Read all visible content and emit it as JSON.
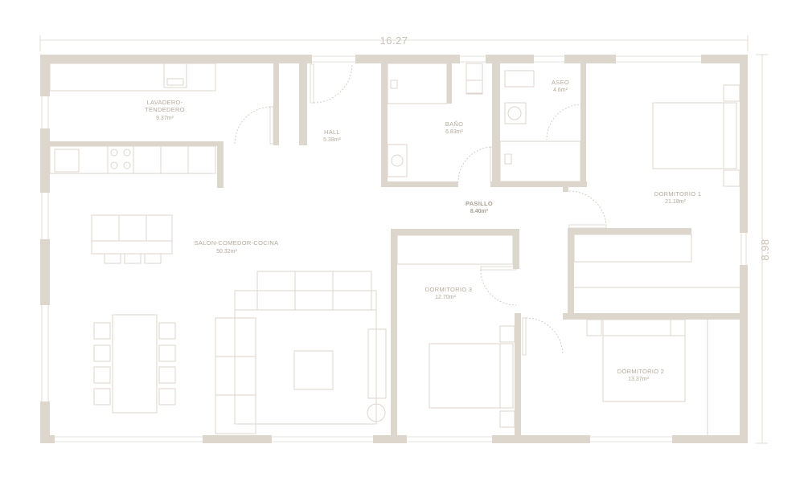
{
  "dimensions": {
    "width": "16.27",
    "height": "8.98"
  },
  "rooms": [
    {
      "id": "lavadero",
      "name_line1": "LAVADERO-",
      "name_line2": "TENDEDERO",
      "area": "9.37m²"
    },
    {
      "id": "hall",
      "name": "HALL",
      "area": "5.38m²"
    },
    {
      "id": "bano",
      "name": "BAÑO",
      "area": "6.83m²"
    },
    {
      "id": "aseo",
      "name": "ASEO",
      "area": "4.6m²"
    },
    {
      "id": "pasillo",
      "name": "PASILLO",
      "area": "8.40m²"
    },
    {
      "id": "dormitorio1",
      "name": "DORMITORIO 1",
      "area": "21.18m²"
    },
    {
      "id": "salon",
      "name": "SALON-COMEDOR-COCINA",
      "area": "50.32m²"
    },
    {
      "id": "dormitorio3",
      "name": "DORMITORIO 3",
      "area": "12.70m²"
    },
    {
      "id": "dormitorio2",
      "name": "DORMITORIO 2",
      "area": "13.37m²"
    }
  ],
  "colors": {
    "wall": "#dcd6cc",
    "text": "#b3aa9b"
  }
}
